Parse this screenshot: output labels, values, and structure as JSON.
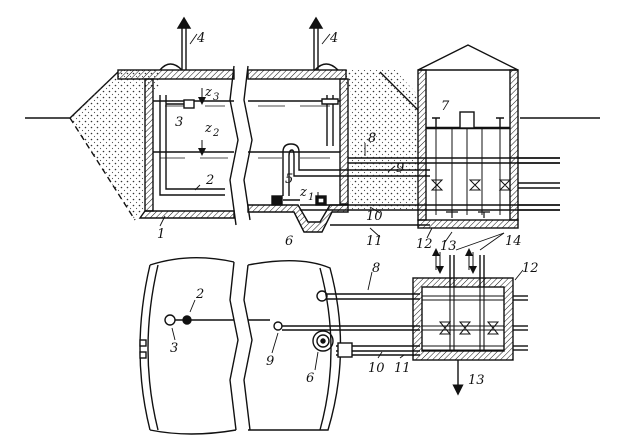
{
  "callouts": {
    "c1": "1",
    "c2": "2",
    "c3": "3",
    "c4a": "4",
    "c4b": "4",
    "c5": "5",
    "c6": "6",
    "c7": "7",
    "c8": "8",
    "c9": "9",
    "c10": "10",
    "c11": "11",
    "c12": "12",
    "c13": "13",
    "c14": "14",
    "z1": "z",
    "z1s": "1",
    "z2": "z",
    "z2s": "2",
    "z3": "z",
    "z3s": "3"
  },
  "plan_callouts": {
    "p2": "2",
    "p3": "3",
    "p6": "6",
    "p8": "8",
    "p9": "9",
    "p10": "10",
    "p11": "11",
    "p12": "12",
    "p13": "13"
  },
  "colors": {
    "ink": "#111111",
    "paper": "#ffffff",
    "fill": "#dcdcdc"
  }
}
